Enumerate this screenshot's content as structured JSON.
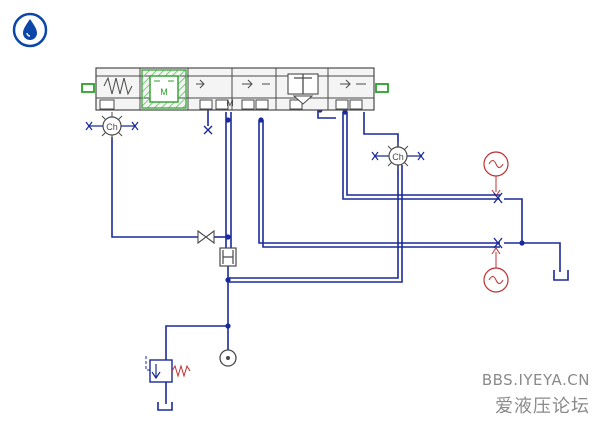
{
  "diagram": {
    "chiller_label": "Ch",
    "motor_label": "M",
    "colors": {
      "line": "#1a2a9a",
      "symbol": "#4a4a4a",
      "green": "#2aa02a",
      "hatch_green": "#7ccc7c",
      "sensor": "#c03030",
      "junction": "#1a2a9a",
      "badge": "#0b46a8"
    },
    "icons": [
      "drop-icon",
      "motor-icon",
      "chiller-icon",
      "sensor-icon",
      "tank-icon",
      "pump-icon",
      "spring-icon"
    ]
  },
  "watermark": {
    "url": "BBS.IYEYA.CN",
    "name": "爱液压论坛"
  }
}
